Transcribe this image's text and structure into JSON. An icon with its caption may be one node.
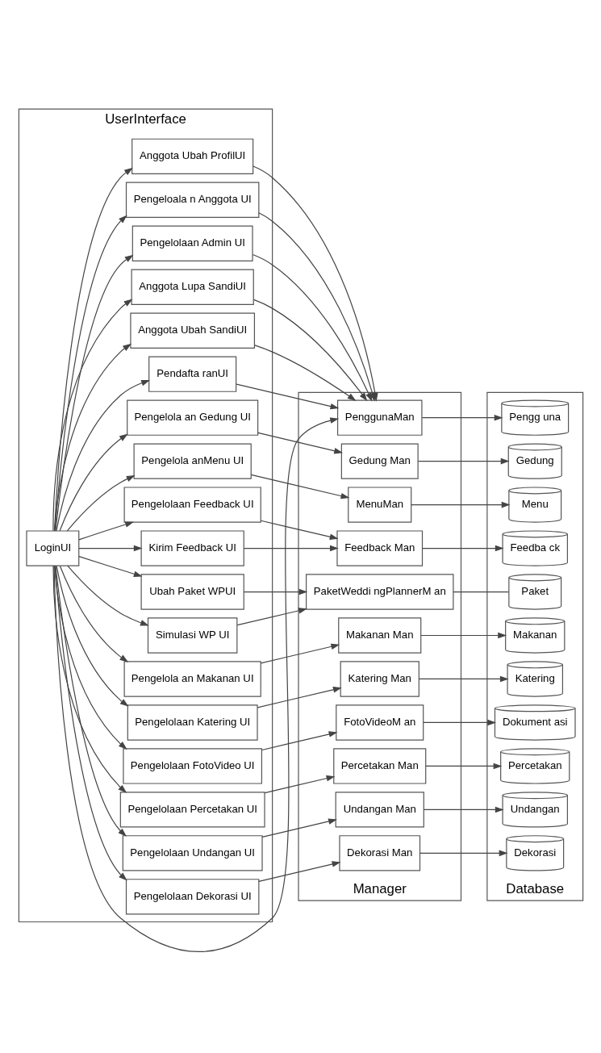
{
  "diagram": {
    "nodes": [
      {
        "text": [
          "UserInterface"
        ]
      },
      {
        "text": [
          "Manager"
        ]
      },
      {
        "text": [
          "Database"
        ]
      },
      {
        "text": [
          "Ubah Paket WPUI"
        ],
        "in": 0
      },
      {
        "text": [
          "Simulasi WP UI"
        ],
        "in": 0
      },
      {
        "text": [
          "Pengelolaan Feedback UI"
        ],
        "in": 0
      },
      {
        "text": [
          "Kirim Feedback UI"
        ],
        "in": 0
      },
      {
        "text": [
          "Pengelolaan Dekorasi UI"
        ],
        "in": 0
      },
      {
        "text": [
          "Pengelolaan Undangan UI"
        ],
        "in": 0
      },
      {
        "text": [
          "Pengelolaan Percetakan UI"
        ],
        "in": 0
      },
      {
        "text": [
          "Pengelolaan FotoVideo UI"
        ],
        "in": 0
      },
      {
        "text": [
          "Pengelolaan Katering UI"
        ],
        "in": 0
      },
      {
        "text": [
          "Pengelola an Makanan UI"
        ],
        "in": 0
      },
      {
        "text": [
          "Pengelola anMenu UI"
        ],
        "in": 0
      },
      {
        "text": [
          "Pengelola an Gedung UI"
        ],
        "in": 0
      },
      {
        "text": [
          "Pengeloala n Anggota UI"
        ],
        "in": 0
      },
      {
        "text": [
          "Anggota Ubah ProfilUI"
        ],
        "in": 0
      },
      {
        "text": [
          "Pendafta ranUI"
        ],
        "in": 0
      },
      {
        "text": [
          "Anggota Ubah SandiUI"
        ],
        "in": 0
      },
      {
        "text": [
          "Anggota Lupa SandiUI"
        ],
        "in": 0
      },
      {
        "text": [
          "Pengelolaan Admin UI"
        ],
        "in": 0
      },
      {
        "text": [
          "LoginUI"
        ],
        "in": 0
      },
      {
        "text": [
          "PaketWeddi ngPlannerM an"
        ],
        "in": 1
      },
      {
        "text": [
          "Feedback Man"
        ],
        "in": 1
      },
      {
        "text": [
          "Dekorasi Man"
        ],
        "in": 1
      },
      {
        "text": [
          "Undangan Man"
        ],
        "in": 1
      },
      {
        "text": [
          "Percetakan Man"
        ],
        "in": 1
      },
      {
        "text": [
          "FotoVideoM an"
        ],
        "in": 1
      },
      {
        "text": [
          "Katering Man"
        ],
        "in": 1
      },
      {
        "text": [
          "Makanan Man"
        ],
        "in": 1
      },
      {
        "text": [
          "MenuMan"
        ],
        "in": 1
      },
      {
        "text": [
          "Gedung Man"
        ],
        "in": 1
      },
      {
        "text": [
          "PenggunaMan"
        ],
        "in": 1
      },
      {
        "text": [
          "Paket"
        ],
        "in": 2
      },
      {
        "text": [
          "Feedba ck"
        ],
        "in": 2
      },
      {
        "text": [
          "Dekorasi"
        ],
        "in": 2
      },
      {
        "text": [
          "Undangan"
        ],
        "in": 2
      },
      {
        "text": [
          "Percetakan"
        ],
        "in": 2
      },
      {
        "text": [
          "Dokument asi"
        ],
        "in": 2
      },
      {
        "text": [
          "Katering"
        ],
        "in": 2
      },
      {
        "text": [
          "Makanan"
        ],
        "in": 2
      },
      {
        "text": [
          "Menu"
        ],
        "in": 2
      },
      {
        "text": [
          "Gedung"
        ],
        "in": 2
      },
      {
        "text": [
          "Pengg una"
        ],
        "in": 2
      }
    ],
    "edges": [
      {
        "from": 21,
        "to": 3,
        "arrow": "to"
      },
      {
        "from": 21,
        "to": 4,
        "arrow": "to"
      },
      {
        "from": 21,
        "to": 5,
        "arrow": "to"
      },
      {
        "from": 21,
        "to": 6,
        "arrow": "to"
      },
      {
        "from": 21,
        "to": 7,
        "arrow": "to"
      },
      {
        "from": 21,
        "to": 8,
        "arrow": "to"
      },
      {
        "from": 21,
        "to": 9,
        "arrow": "to"
      },
      {
        "from": 21,
        "to": 10,
        "arrow": "to"
      },
      {
        "from": 21,
        "to": 11,
        "arrow": "to"
      },
      {
        "from": 21,
        "to": 12,
        "arrow": "to"
      },
      {
        "from": 21,
        "to": 13,
        "arrow": "to"
      },
      {
        "from": 21,
        "to": 14,
        "arrow": "to"
      },
      {
        "from": 21,
        "to": 15,
        "arrow": "to"
      },
      {
        "from": 21,
        "to": 16,
        "arrow": "to"
      },
      {
        "from": 21,
        "to": 17,
        "arrow": "to"
      },
      {
        "from": 21,
        "to": 18,
        "arrow": "to"
      },
      {
        "from": 21,
        "to": 19,
        "arrow": "to"
      },
      {
        "from": 21,
        "to": 20,
        "arrow": "to"
      },
      {
        "from": 3,
        "to": 22,
        "arrow": "to"
      },
      {
        "from": 4,
        "to": 22,
        "arrow": "to"
      },
      {
        "from": 5,
        "to": 23,
        "arrow": "to"
      },
      {
        "from": 6,
        "to": 23,
        "arrow": "to"
      },
      {
        "from": 7,
        "to": 24,
        "arrow": "to"
      },
      {
        "from": 8,
        "to": 25,
        "arrow": "to"
      },
      {
        "from": 9,
        "to": 26,
        "arrow": "to"
      },
      {
        "from": 10,
        "to": 27,
        "arrow": "to"
      },
      {
        "from": 11,
        "to": 28,
        "arrow": "to"
      },
      {
        "from": 12,
        "to": 29,
        "arrow": "to"
      },
      {
        "from": 13,
        "to": 30,
        "arrow": "to"
      },
      {
        "from": 14,
        "to": 31,
        "arrow": "to"
      },
      {
        "from": 15,
        "to": 32,
        "arrow": "to"
      },
      {
        "from": 16,
        "to": 32,
        "arrow": "to"
      },
      {
        "from": 17,
        "to": 32,
        "arrow": "to"
      },
      {
        "from": 18,
        "to": 32,
        "arrow": "to"
      },
      {
        "from": 19,
        "to": 32,
        "arrow": "to"
      },
      {
        "from": 20,
        "to": 32,
        "arrow": "to"
      },
      {
        "from": 21,
        "to": 32,
        "arrow": "to"
      },
      {
        "from": 22,
        "to": 33,
        "arrow": "none"
      },
      {
        "from": 23,
        "to": 34,
        "arrow": "to"
      },
      {
        "from": 24,
        "to": 35,
        "arrow": "to"
      },
      {
        "from": 25,
        "to": 36,
        "arrow": "to"
      },
      {
        "from": 26,
        "to": 37,
        "arrow": "to"
      },
      {
        "from": 27,
        "to": 38,
        "arrow": "to"
      },
      {
        "from": 28,
        "to": 39,
        "arrow": "to"
      },
      {
        "from": 29,
        "to": 40,
        "arrow": "to"
      },
      {
        "from": 30,
        "to": 41,
        "arrow": "to"
      },
      {
        "from": 31,
        "to": 42,
        "arrow": "to"
      },
      {
        "from": 32,
        "to": 43,
        "arrow": "to"
      }
    ]
  }
}
